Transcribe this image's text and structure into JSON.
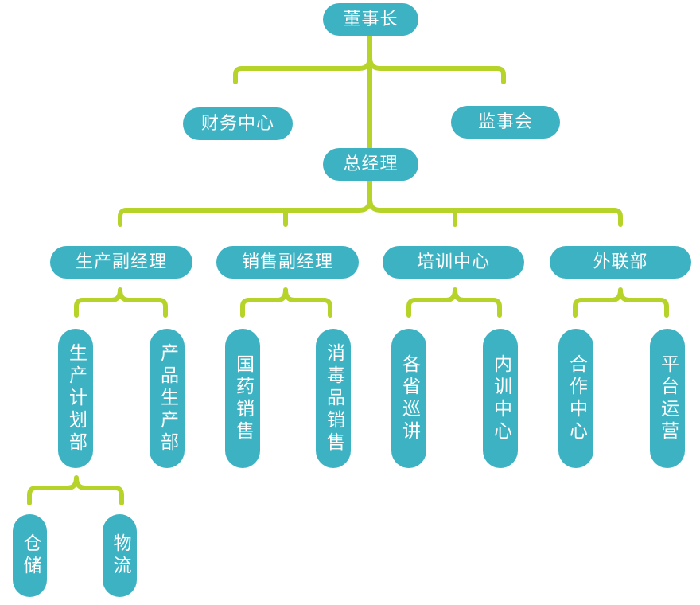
{
  "colors": {
    "node": "#3db2c3",
    "connector": "#b5d328",
    "node_text": "#ffffff"
  },
  "nodes": {
    "chairman": "董事长",
    "finance_center": "财务中心",
    "board_of_supervisors": "监事会",
    "general_manager": "总经理",
    "production_deputy_manager": "生产副经理",
    "sales_deputy_manager": "销售副经理",
    "training_center": "培训中心",
    "external_affairs": "外联部",
    "production_planning": "生产计划部",
    "product_production": "产品生产部",
    "national_medicine_sales": "国药销售",
    "disinfectant_sales": "消毒品销售",
    "provincial_tours": "各省巡讲",
    "internal_training": "内训中心",
    "cooperation_center": "合作中心",
    "platform_operations": "平台运营",
    "warehousing": "仓储",
    "logistics": "物流"
  }
}
